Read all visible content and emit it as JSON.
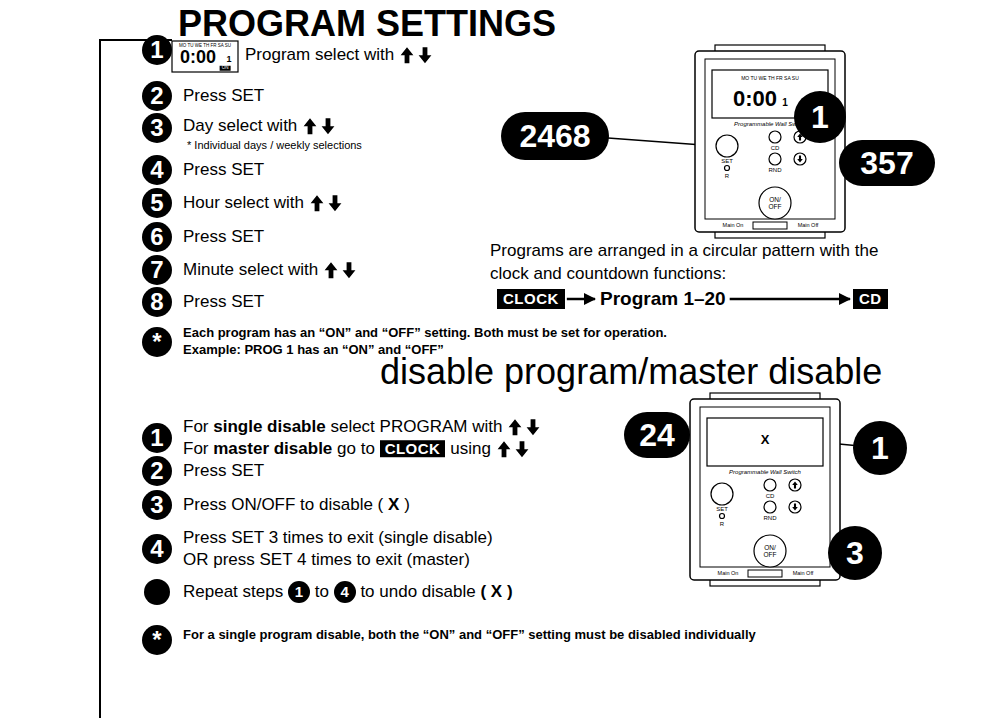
{
  "diagram": {
    "title": "PROGRAM SETTINGS",
    "nodes": [
      {
        "text": [
          "CLOCK"
        ]
      },
      {
        "text": [
          "Program 1–20"
        ]
      },
      {
        "text": [
          "CD"
        ]
      }
    ],
    "edges": [
      {
        "from": 0,
        "to": 1,
        "arrow": "to"
      },
      {
        "from": 1,
        "to": 2,
        "arrow": "to"
      }
    ],
    "labels": [
      "1",
      "Program select with",
      "2",
      "Press SET",
      "3",
      "Day select with",
      "* Individual days / weekly selections",
      "4",
      "Press SET",
      "5",
      "Hour select with",
      "6",
      "Press SET",
      "7",
      "Minute select with",
      "8",
      "Press SET",
      "*",
      "Each program has an “ON” and “OFF” setting. Both must be set for operation.",
      "Example: PROG 1 has an “ON” and “OFF”",
      "MO TU WE TH FR SA SU",
      "0:00",
      "1",
      "ON",
      "MO TU WE TH FR SA SU",
      "0:00",
      "1",
      "Programmable Wall Switch",
      "SET",
      "R",
      "CD",
      "RND",
      "ON/ OFF",
      "Main On",
      "Main Off",
      "1",
      "2468",
      "357",
      "Programs are arranged in a circular pattern with the clock and countdown functions:",
      "disable program/master disable",
      "1",
      "For",
      "single disable",
      "select PROGRAM with",
      "For",
      "master disable",
      "go to",
      "CLOCK",
      "using",
      "2",
      "Press SET",
      "3",
      "Press ON/OFF to disable (",
      "X",
      ")",
      "4",
      "Press SET 3 times to exit (single disable)",
      "OR press SET 4 times to exit (master)",
      "Repeat steps",
      "1",
      "to",
      "4",
      "to undo disable",
      "( X )",
      "*",
      "For a single program disable, both the “ON” and “OFF” setting must be disabled individually",
      "X",
      "Programmable Wall Switch",
      "SET",
      "R",
      "CD",
      "RND",
      "ON/ OFF",
      "Main On",
      "Main Off",
      "24",
      "1",
      "3"
    ]
  }
}
